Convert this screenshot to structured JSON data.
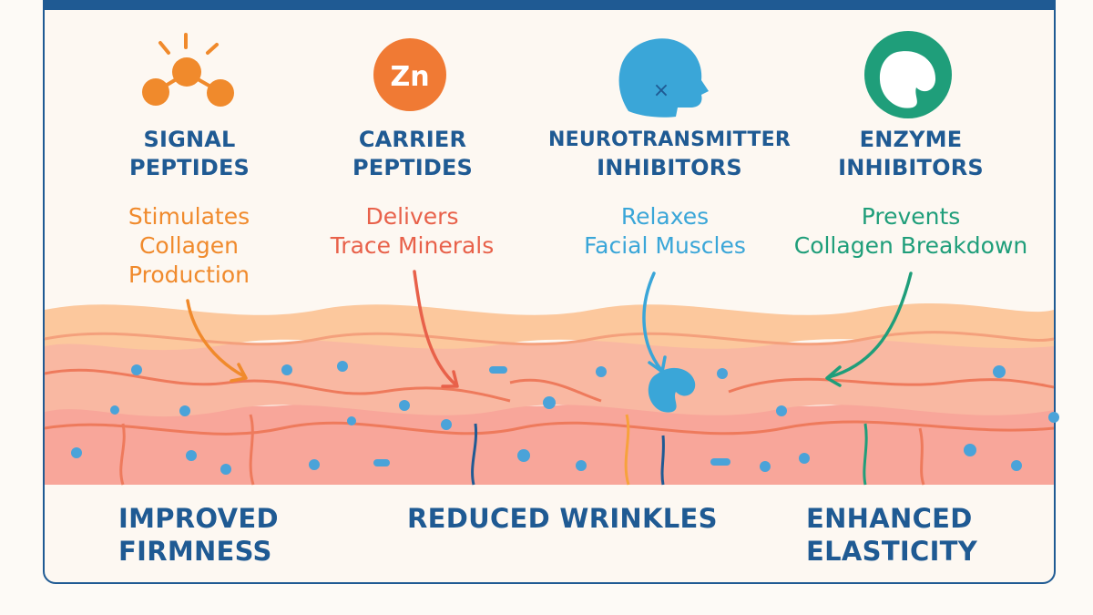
{
  "categories": [
    {
      "id": "signal",
      "title_lines": [
        "SIGNAL",
        "PEPTIDES"
      ],
      "desc_lines": [
        "Stimulates",
        "Collagen",
        "Production"
      ],
      "color": "#f08a2c",
      "icon": "molecule-icon"
    },
    {
      "id": "carrier",
      "title_lines": [
        "CARRIER",
        "PEPTIDES"
      ],
      "desc_lines": [
        "Delivers",
        "Trace Minerals"
      ],
      "color": "#e8614a",
      "icon": "zinc-icon",
      "icon_text": "Zn"
    },
    {
      "id": "neuro",
      "title_lines": [
        "NEUROTRANSMITTER",
        "INHIBITORS"
      ],
      "desc_lines": [
        "Relaxes",
        "Facial Muscles"
      ],
      "color": "#3aa6d8",
      "icon": "head-icon",
      "icon_text": "×"
    },
    {
      "id": "enzyme",
      "title_lines": [
        "ENZYME",
        "INHIBITORS"
      ],
      "desc_lines": [
        "Prevents",
        "Collagen Breakdown"
      ],
      "color": "#1f9e7a",
      "icon": "enzyme-icon"
    }
  ],
  "benefits": [
    {
      "lines": [
        "IMPROVED",
        "FIRMNESS"
      ]
    },
    {
      "lines": [
        "REDUCED WRINKLES"
      ]
    },
    {
      "lines": [
        "ENHANCED",
        "ELASTICITY"
      ]
    }
  ],
  "colors": {
    "title": "#1f5a93",
    "skin_top": "#fbc89d",
    "skin_mid": "#f9b39a",
    "skin_low": "#f8a49a",
    "fiber": "#f07a5a",
    "dot": "#4aa3d9",
    "deep_line": "#1f5a93"
  }
}
